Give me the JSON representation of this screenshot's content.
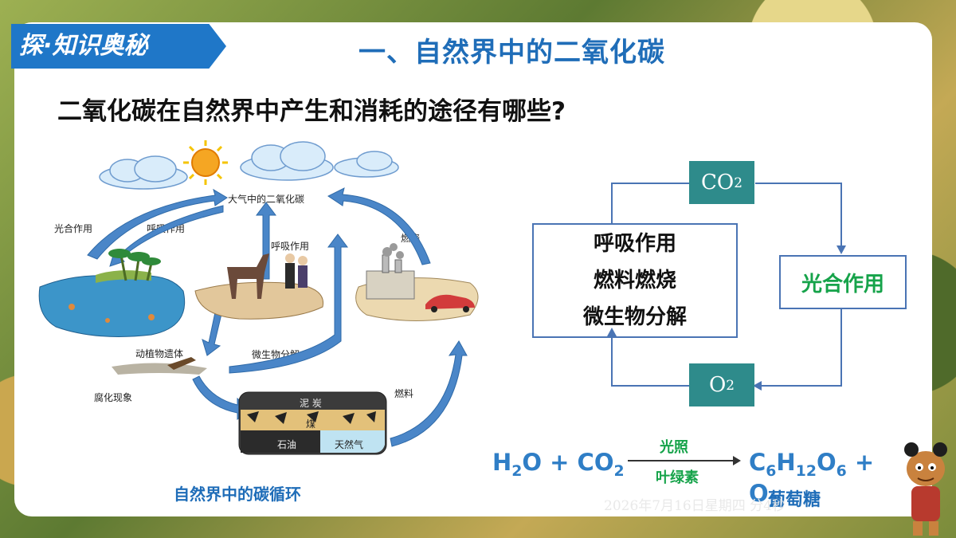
{
  "header": {
    "tag_label": "探·知识奥秘",
    "title": "一、自然界中的二氧化碳"
  },
  "question": "二氧化碳在自然界中产生和消耗的途径有哪些?",
  "cycle": {
    "caption": "自然界中的碳循环",
    "labels": {
      "atmosphere": "大气中的二氧化碳",
      "photosynthesis": "光合作用",
      "respiration_left": "呼吸作用",
      "respiration_mid": "呼吸作用",
      "burning": "燃烧",
      "remains": "动植物遗体",
      "decomposition": "微生物分解",
      "decay": "腐化现象",
      "fuel": "燃料",
      "peat": "泥 炭",
      "coal": "煤",
      "oil": "石油",
      "gas": "天然气"
    }
  },
  "flow": {
    "co2": "CO",
    "co2_sub": "2",
    "o2": "O",
    "o2_sub": "2",
    "sources": [
      "呼吸作用",
      "燃料燃烧",
      "微生物分解"
    ],
    "sink": "光合作用"
  },
  "equation": {
    "condition_top": "光照",
    "condition_bottom": "叶绿素",
    "glucose_label": "葡萄糖"
  },
  "watermark": "2026年7月16日星期四    分4秒",
  "colors": {
    "accent_blue": "#1f6db8",
    "teal": "#2e8b8b",
    "green": "#16a34a"
  }
}
